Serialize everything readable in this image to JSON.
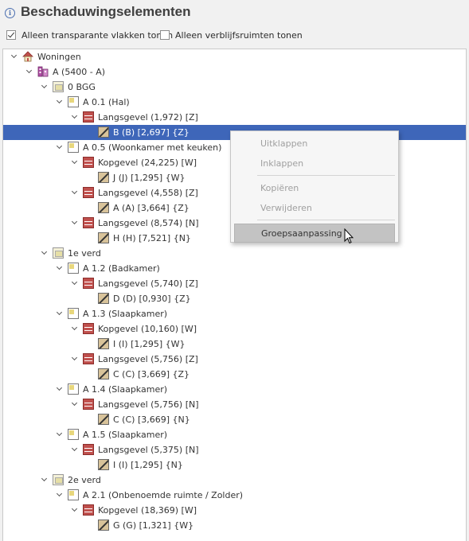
{
  "header": {
    "title": "Beschaduwingselementen"
  },
  "options": {
    "transparent": {
      "label": "Alleen transparante vlakken tonen",
      "checked": true
    },
    "verblijf": {
      "label": "Alleen verblijfsruimten tonen",
      "checked": false
    }
  },
  "tree": [
    {
      "label": "Woningen",
      "icon": "house-icon",
      "level": 0,
      "expanded": true
    },
    {
      "label": "A (5400 - A)",
      "icon": "building-icon",
      "level": 1,
      "expanded": true
    },
    {
      "label": "0 BGG",
      "icon": "floor-icon",
      "level": 2,
      "expanded": true
    },
    {
      "label": "A 0.1 (Hal)",
      "icon": "room-icon",
      "level": 3,
      "expanded": true
    },
    {
      "label": "Langsgevel (1,972) [Z]",
      "icon": "wall-icon",
      "level": 4,
      "expanded": true
    },
    {
      "label": "B (B) [2,697] {Z}",
      "icon": "window-icon",
      "level": 5,
      "selected": true
    },
    {
      "label": "A 0.5 (Woonkamer met keuken)",
      "icon": "room-icon",
      "level": 3,
      "expanded": true
    },
    {
      "label": "Kopgevel (24,225) [W]",
      "icon": "wall-icon",
      "level": 4,
      "expanded": true
    },
    {
      "label": "J (J) [1,295] {W}",
      "icon": "window-icon",
      "level": 5
    },
    {
      "label": "Langsgevel (4,558) [Z]",
      "icon": "wall-icon",
      "level": 4,
      "expanded": true
    },
    {
      "label": "A (A) [3,664] {Z}",
      "icon": "window-icon",
      "level": 5
    },
    {
      "label": "Langsgevel (8,574) [N]",
      "icon": "wall-icon",
      "level": 4,
      "expanded": true
    },
    {
      "label": "H (H) [7,521] {N}",
      "icon": "window-icon",
      "level": 5
    },
    {
      "label": "1e verd",
      "icon": "floor-icon",
      "level": 2,
      "expanded": true
    },
    {
      "label": "A 1.2 (Badkamer)",
      "icon": "room-icon",
      "level": 3,
      "expanded": true
    },
    {
      "label": "Langsgevel (5,740) [Z]",
      "icon": "wall-icon",
      "level": 4,
      "expanded": true
    },
    {
      "label": "D (D) [0,930] {Z}",
      "icon": "window-icon",
      "level": 5
    },
    {
      "label": "A 1.3 (Slaapkamer)",
      "icon": "room-icon",
      "level": 3,
      "expanded": true
    },
    {
      "label": "Kopgevel (10,160) [W]",
      "icon": "wall-icon",
      "level": 4,
      "expanded": true
    },
    {
      "label": "I (I) [1,295] {W}",
      "icon": "window-icon",
      "level": 5
    },
    {
      "label": "Langsgevel (5,756) [Z]",
      "icon": "wall-icon",
      "level": 4,
      "expanded": true
    },
    {
      "label": "C (C) [3,669] {Z}",
      "icon": "window-icon",
      "level": 5
    },
    {
      "label": "A 1.4 (Slaapkamer)",
      "icon": "room-icon",
      "level": 3,
      "expanded": true
    },
    {
      "label": "Langsgevel (5,756) [N]",
      "icon": "wall-icon",
      "level": 4,
      "expanded": true
    },
    {
      "label": "C (C) [3,669] {N}",
      "icon": "window-icon",
      "level": 5
    },
    {
      "label": "A 1.5 (Slaapkamer)",
      "icon": "room-icon",
      "level": 3,
      "expanded": true
    },
    {
      "label": "Langsgevel (5,375) [N]",
      "icon": "wall-icon",
      "level": 4,
      "expanded": true
    },
    {
      "label": "I (I) [1,295] {N}",
      "icon": "window-icon",
      "level": 5
    },
    {
      "label": "2e verd",
      "icon": "floor-icon",
      "level": 2,
      "expanded": true
    },
    {
      "label": "A 2.1 (Onbenoemde ruimte / Zolder)",
      "icon": "room-icon",
      "level": 3,
      "expanded": true
    },
    {
      "label": "Kopgevel (18,369) [W]",
      "icon": "wall-icon",
      "level": 4,
      "expanded": true
    },
    {
      "label": "G (G) [1,321] {W}",
      "icon": "window-icon",
      "level": 5
    }
  ],
  "context_menu": {
    "items": [
      {
        "label": "Uitklappen",
        "enabled": false
      },
      {
        "label": "Inklappen",
        "enabled": false
      },
      {
        "separator": true
      },
      {
        "label": "Kopiëren",
        "enabled": false
      },
      {
        "label": "Verwijderen",
        "enabled": false
      },
      {
        "separator": true
      },
      {
        "label": "Groepsaanpassing",
        "enabled": true,
        "hover": true
      }
    ]
  },
  "colors": {
    "selection": "#3e66b9",
    "menu_hover": "#c3c3c3"
  }
}
